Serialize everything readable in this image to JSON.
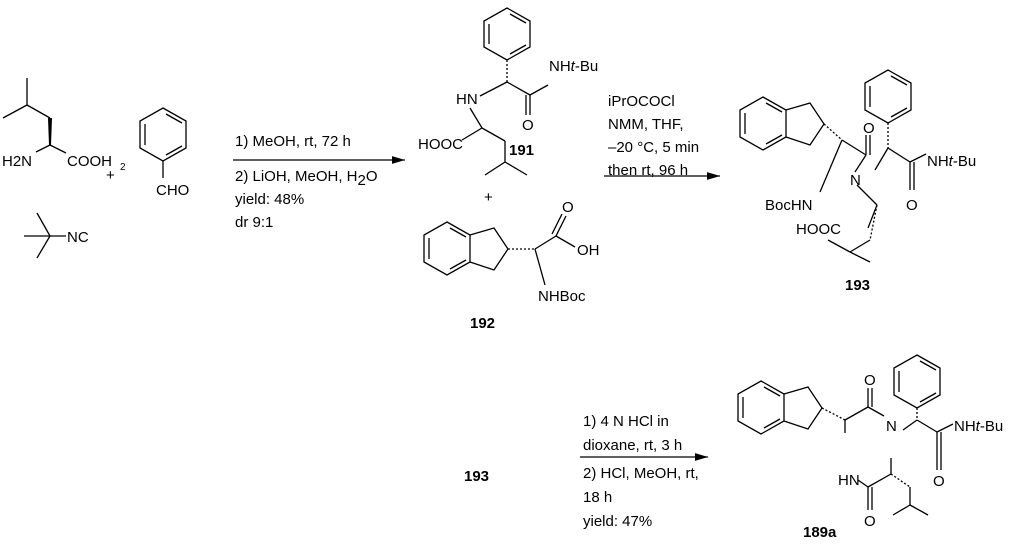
{
  "reactants": {
    "leucine": {
      "amine": "H2N",
      "acid": "COOH",
      "sub2": "2"
    },
    "plus1": "+",
    "benzaldehyde": {
      "group": "CHO"
    },
    "isocyanide": {
      "group": "NC"
    }
  },
  "step1": {
    "line1": "1) MeOH, rt, 72 h",
    "line2_main": "2) LiOH, MeOH, H",
    "line2_sub": "2",
    "line2_end": "O",
    "yield": "yield: 48%",
    "dr": "dr 9:1"
  },
  "compound191": {
    "label": "191",
    "hn": "HN",
    "amide": "NH",
    "tbu": "t",
    "bu": "-Bu",
    "o": "O",
    "acid": "HOOC"
  },
  "plus2": "+",
  "compound192": {
    "label": "192",
    "o": "O",
    "oh": "OH",
    "nhboc": "NHBoc"
  },
  "step2": {
    "line1": "iPrOCOCl",
    "line2": "NMM, THF,",
    "line3": "–20 °C, 5 min",
    "line4": "then rt, 96 h"
  },
  "compound193": {
    "label": "193",
    "o1": "O",
    "n": "N",
    "amide": "NH",
    "tbu": "t",
    "bu": "-Bu",
    "o2": "O",
    "bochn": "BocHN",
    "acid": "HOOC"
  },
  "step3": {
    "start_label": "193",
    "line1": "1) 4 N HCl in",
    "line2": "dioxane, rt, 3 h",
    "line3": "2) HCl, MeOH, rt,",
    "line4": "18 h",
    "yield": "yield: 47%"
  },
  "compound189a": {
    "label": "189a",
    "o1": "O",
    "n": "N",
    "hn": "HN",
    "o2": "O",
    "amide": "NH",
    "tbu": "t",
    "bu": "-Bu",
    "o3": "O"
  }
}
